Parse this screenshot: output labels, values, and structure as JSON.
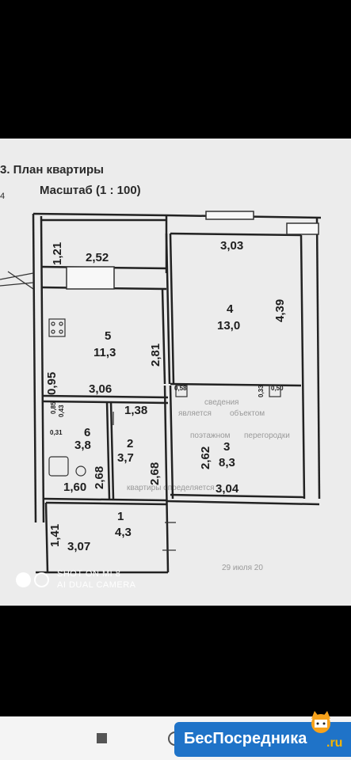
{
  "plan": {
    "heading": "3. План квартиры",
    "side_mark": "4",
    "scale": "Масштаб (1 : 100)",
    "dims": {
      "d121": "1,21",
      "d252": "2,52",
      "d303": "3,03",
      "d439": "4,39",
      "d281": "2,81",
      "d095": "0,95",
      "d306": "3,06",
      "d138": "1,38",
      "d085": "0,85",
      "d043": "0,43",
      "d031": "0,31",
      "d268a": "2,68",
      "d268b": "2,68",
      "d160": "1,60",
      "d262": "2,62",
      "d304": "3,04",
      "d141": "1,41",
      "d307": "3,07",
      "d058": "0,58",
      "d033": "0,33",
      "d050": "0,50"
    },
    "rooms": [
      {
        "id": "1",
        "area": "4,3"
      },
      {
        "id": "2",
        "area": "3,7"
      },
      {
        "id": "3",
        "area": "8,3"
      },
      {
        "id": "4",
        "area": "13,0"
      },
      {
        "id": "5",
        "area": "11,3"
      },
      {
        "id": "6",
        "area": "3,8"
      }
    ],
    "faint_notes": [
      "сведения",
      "является",
      "объектом",
      "поэтажном",
      "перегородки",
      "квартиры определяется",
      "29 июля 20"
    ]
  },
  "watermark": {
    "line1": "SHOT ON MI 8",
    "line2": "AI DUAL CAMERA"
  },
  "badge": {
    "name": "БесПосредника",
    "tld": ".ru"
  }
}
